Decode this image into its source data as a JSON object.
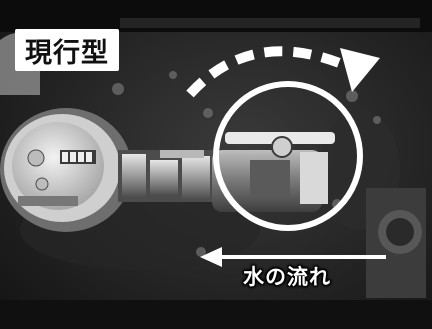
{
  "label": {
    "text": "現行型"
  },
  "caption": {
    "text": "水の流れ"
  },
  "colors": {
    "annotation": "#ffffff",
    "label_text": "#111111",
    "background_dark": "#1c1c1c"
  },
  "icons": [
    "dashed-curved-arrow",
    "highlight-circle",
    "flow-arrow-left"
  ]
}
